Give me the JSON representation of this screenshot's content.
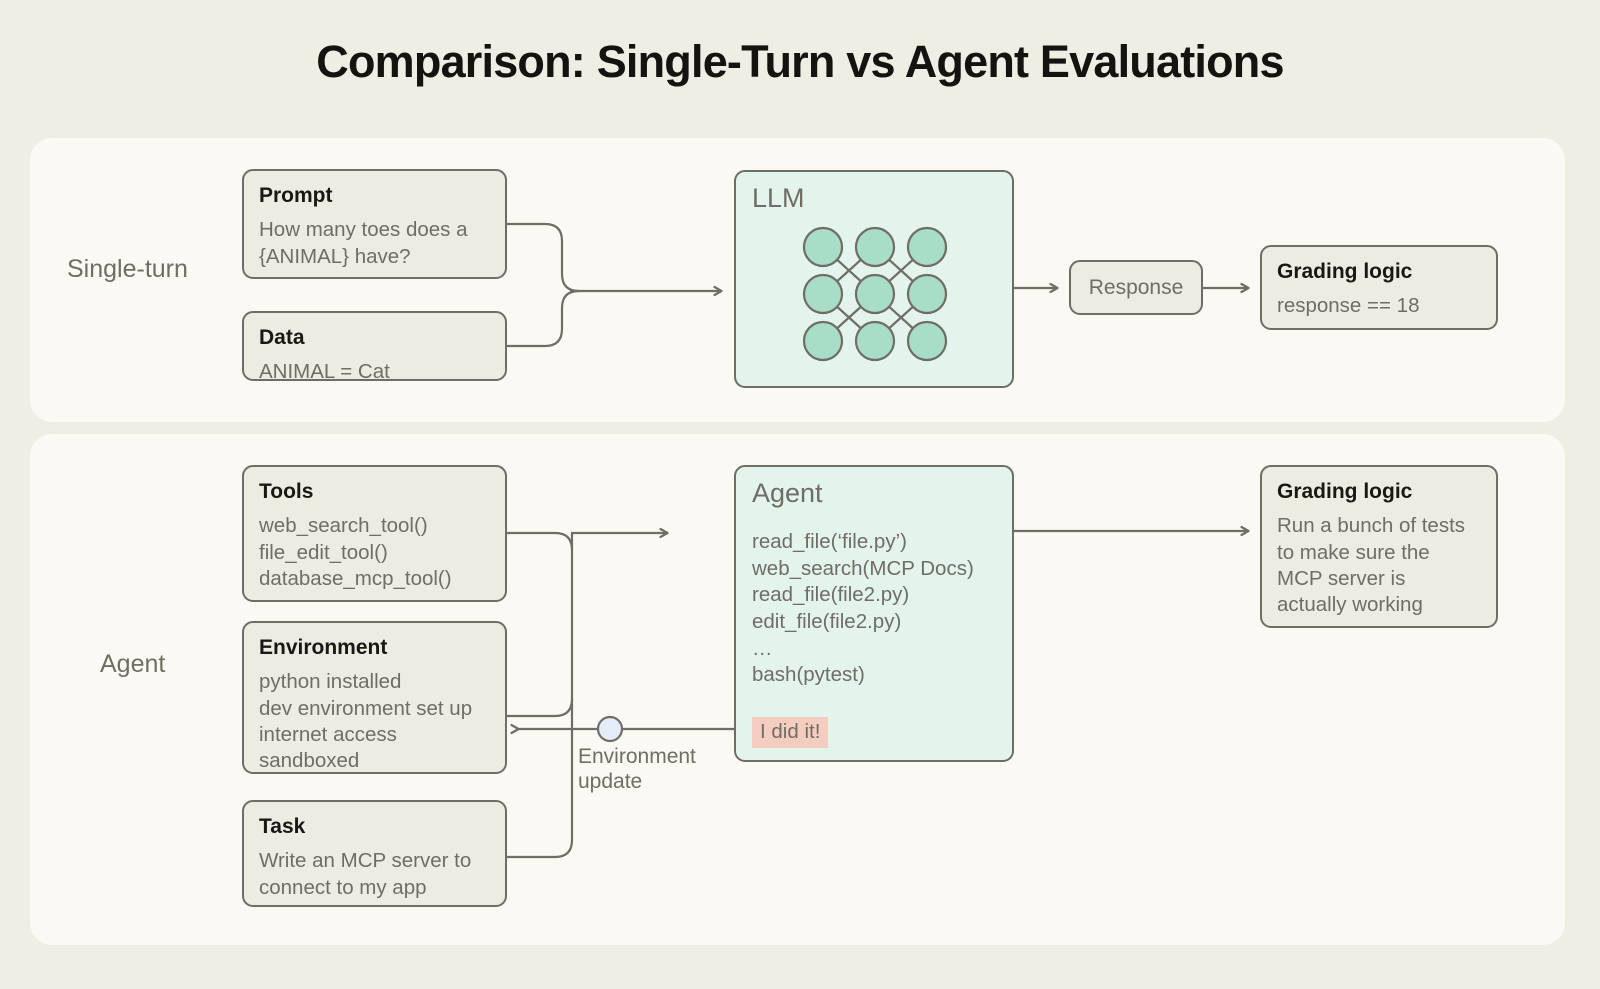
{
  "title": "Comparison: Single-Turn vs Agent Evaluations",
  "colors": {
    "page_background": "#eeeee5",
    "panel_background": "#faf9f4",
    "card_background": "#edece2",
    "card_border": "#6f6d65",
    "mint_background": "#e3f4ec",
    "node_fill": "#a8ddc8",
    "highlight_pink": "#f4cdc0",
    "circle_node_fill": "#e4ecf8",
    "text_muted": "#6f6d64",
    "text_dark": "#191814"
  },
  "sections": {
    "single_turn": {
      "label": "Single-turn",
      "prompt": {
        "title": "Prompt",
        "body": "How many toes does a\n{ANIMAL} have?"
      },
      "data": {
        "title": "Data",
        "body": "ANIMAL = Cat"
      },
      "model": {
        "title": "LLM",
        "network": {
          "rows": 3,
          "cols": 3,
          "node_count": 9
        }
      },
      "response": {
        "label": "Response"
      },
      "grading": {
        "title": "Grading logic",
        "body": "response == 18"
      }
    },
    "agent": {
      "label": "Agent",
      "tools": {
        "title": "Tools",
        "body": "web_search_tool()\nfile_edit_tool()\ndatabase_mcp_tool()"
      },
      "environment": {
        "title": "Environment",
        "body": "python installed\ndev environment set up\ninternet access\nsandboxed"
      },
      "task": {
        "title": "Task",
        "body": "Write an MCP server to\nconnect to my app"
      },
      "model": {
        "title": "Agent",
        "trace": "read_file(‘file.py’)\nweb_search(MCP Docs)\nread_file(file2.py)\nedit_file(file2.py)\n…\nbash(pytest)",
        "final_message": "I did it!"
      },
      "feedback": {
        "label": "Environment\nupdate"
      },
      "grading": {
        "title": "Grading logic",
        "body": "Run a bunch of tests\nto make sure the\nMCP server is\nactually working"
      }
    }
  }
}
